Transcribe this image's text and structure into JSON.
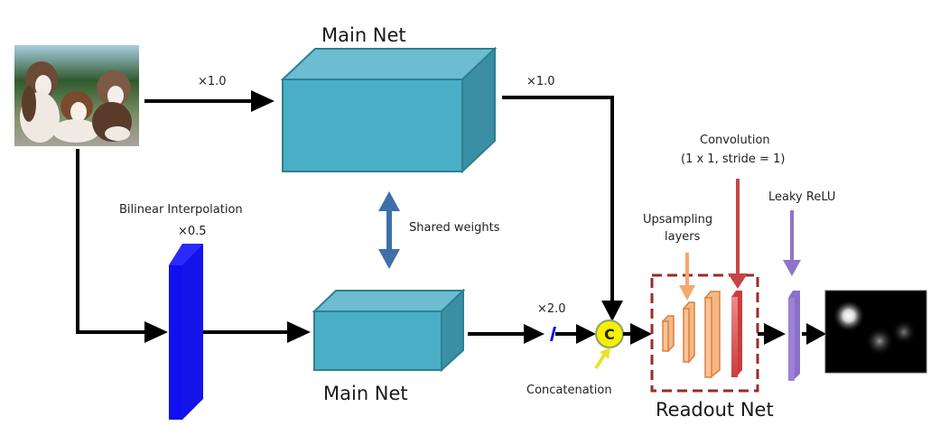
{
  "diagram": {
    "type": "neural-network-architecture",
    "nodes": {
      "input_image": {
        "label": "",
        "content": "photo of three puppies"
      },
      "main_net_top": {
        "label": "Main Net"
      },
      "main_net_bottom": {
        "label": "Main Net"
      },
      "bilinear_interp": {
        "label": "Bilinear Interpolation",
        "scale": "×0.5"
      },
      "upsample_small": {
        "scale": "×2.0"
      },
      "concat": {
        "symbol": "C",
        "label": "Concatenation"
      },
      "readout_net": {
        "label": "Readout Net"
      },
      "upsampling_layers": {
        "label_line1": "Upsampling",
        "label_line2": "layers"
      },
      "convolution": {
        "label_line1": "Convolution",
        "label_line2": "(1 x 1, stride = 1)"
      },
      "leaky_relu": {
        "label": "Leaky ReLU"
      },
      "output_map": {
        "content": "saliency heatmap"
      }
    },
    "edges": {
      "input_to_top": {
        "label": "×1.0"
      },
      "top_to_concat": {
        "label": "×1.0"
      },
      "shared_weights": {
        "label": "Shared weights"
      }
    },
    "colors": {
      "box_front": "#4aaec6",
      "box_top": "#6cbcd2",
      "box_side": "#3a8fa3",
      "box_edge": "#2f7f92",
      "bilinear": "#1010ee",
      "concat_fill": "#f5f000",
      "upsample": "#f8c39a",
      "upsample_edge": "#d9803c",
      "conv": "#d9534f",
      "relu": "#9b82d6",
      "readout_border": "#9a2b2b",
      "shared_arrow": "#3f6fa8",
      "arrow": "#000000"
    }
  }
}
